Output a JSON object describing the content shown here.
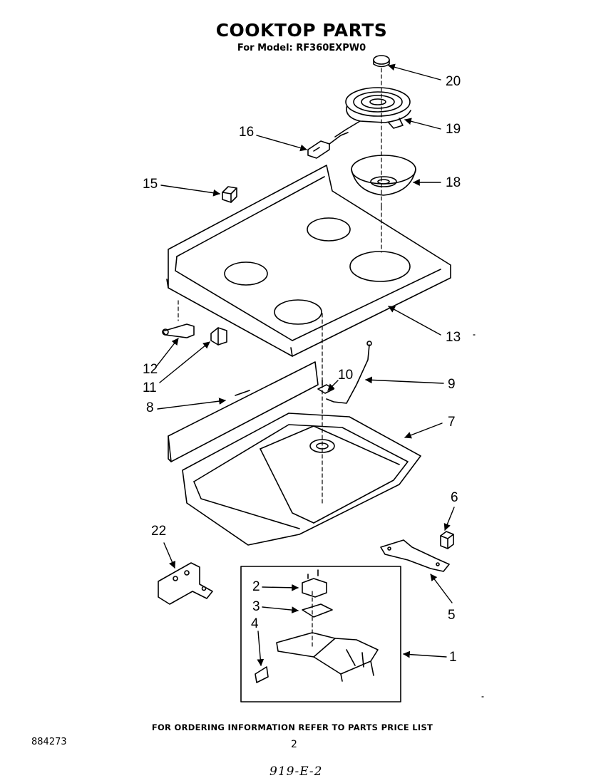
{
  "title": "COOKTOP PARTS",
  "subtitle": "For Model: RF360EXPW0",
  "callouts": {
    "c1": "1",
    "c2": "2",
    "c3": "3",
    "c4": "4",
    "c5": "5",
    "c6": "6",
    "c7": "7",
    "c8": "8",
    "c9": "9",
    "c10": "10",
    "c11": "11",
    "c12": "12",
    "c13": "13",
    "c15": "15",
    "c16": "16",
    "c18": "18",
    "c19": "19",
    "c20": "20",
    "c22": "22"
  },
  "footer": {
    "order_note": "FOR ORDERING INFORMATION REFER TO PARTS PRICE LIST",
    "doc_number": "884273",
    "page_number": "2",
    "handwritten_code": "919-E-2"
  }
}
